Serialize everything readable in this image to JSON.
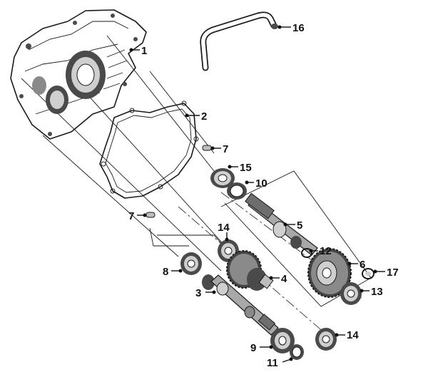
{
  "diagram": {
    "parts": [
      {
        "id": "transmission-case",
        "label": "1"
      },
      {
        "id": "gasket",
        "label": "2"
      },
      {
        "id": "drive-shaft",
        "label": "3"
      },
      {
        "id": "countershaft-gear",
        "label": "4"
      },
      {
        "id": "countershaft",
        "label": "5"
      },
      {
        "id": "final-gear",
        "label": "6"
      },
      {
        "id": "dowel-pin-upper",
        "label": "7"
      },
      {
        "id": "dowel-pin-lower",
        "label": "7"
      },
      {
        "id": "bearing-8",
        "label": "8"
      },
      {
        "id": "bearing-9",
        "label": "9"
      },
      {
        "id": "oil-seal-10",
        "label": "10"
      },
      {
        "id": "oil-seal-11",
        "label": "11"
      },
      {
        "id": "circlip-12",
        "label": "12"
      },
      {
        "id": "bearing-13",
        "label": "13"
      },
      {
        "id": "bearing-14-upper",
        "label": "14"
      },
      {
        "id": "bearing-14-lower",
        "label": "14"
      },
      {
        "id": "bearing-15",
        "label": "15"
      },
      {
        "id": "breather-tube",
        "label": "16"
      },
      {
        "id": "washer-17",
        "label": "17"
      }
    ]
  }
}
